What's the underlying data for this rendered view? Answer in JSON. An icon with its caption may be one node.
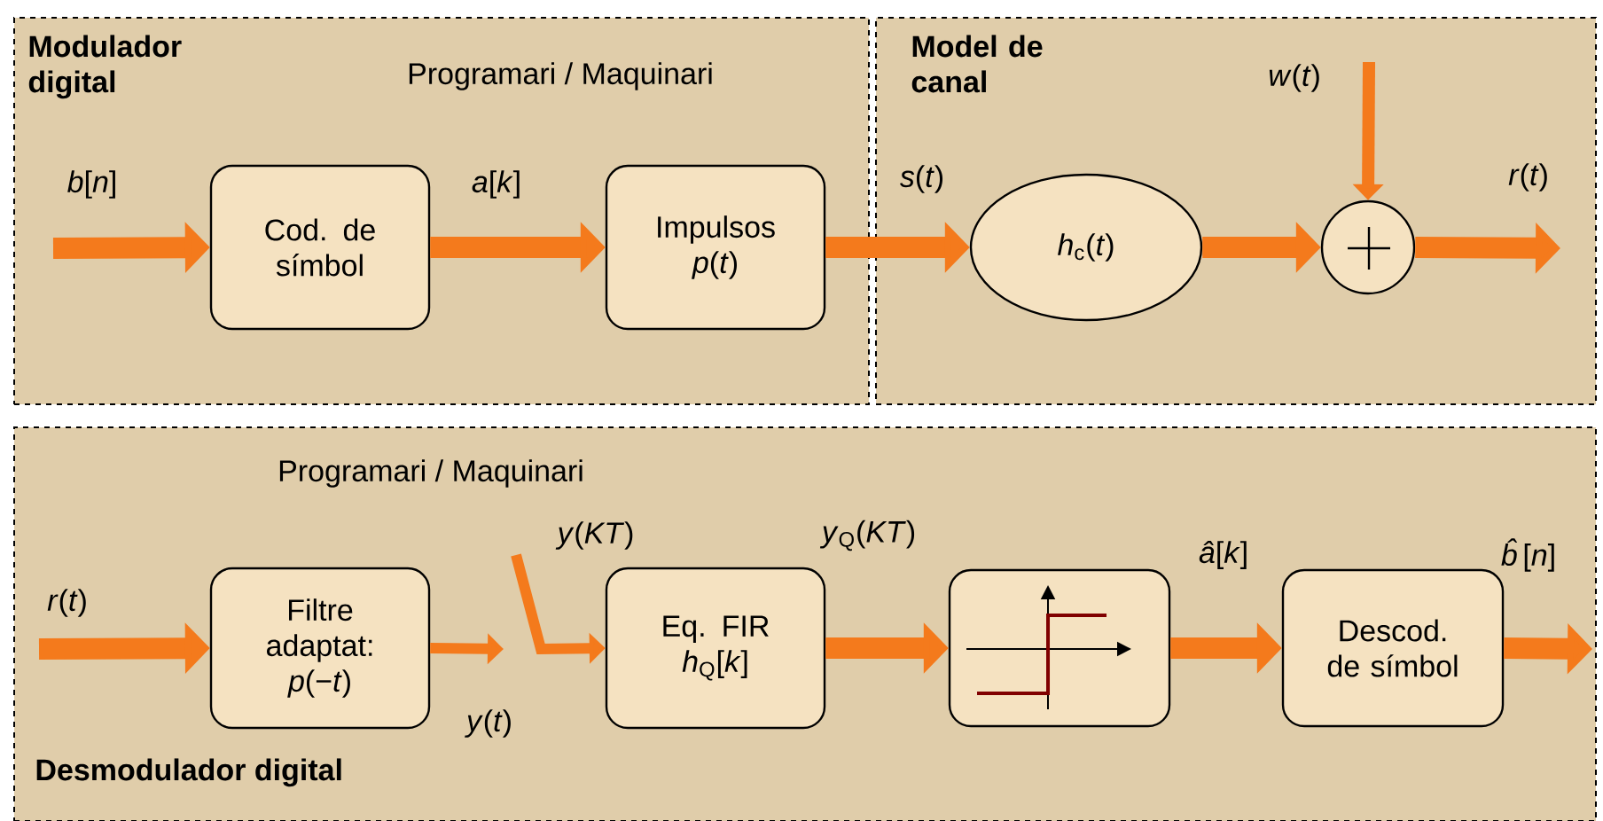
{
  "diagram": {
    "nodes": [
      {
        "text": [
          "Modulador digital"
        ]
      },
      {
        "text": [
          "Model de canal"
        ]
      },
      {
        "text": [
          "Cod. de símbol"
        ],
        "in": 0
      },
      {
        "text": [
          "Impulsos *p*(*t*)"
        ],
        "in": 0
      },
      {
        "text": [
          "*h*$_{c}$(*t*)"
        ],
        "in": 1
      },
      {
        "text": [],
        "shape": "circle",
        "in": 1
      },
      {
        "text": [
          "Desmodulador digital"
        ]
      },
      {
        "text": [
          "Filtre adaptat: *p*(−*t*)"
        ],
        "in": 6
      },
      {
        "text": [
          "Eq. FIR *h*$_{Q}$[*k*]"
        ],
        "in": 6
      },
      {
        "text": [],
        "shape": "box",
        "in": 6
      },
      {
        "text": [
          "Descod. de símbol"
        ],
        "in": 6
      }
    ],
    "edges": [
      {
        "from": null,
        "to": 2,
        "arrow": "to",
        "label": "*b*[*n*]"
      },
      {
        "from": 2,
        "to": 3,
        "arrow": "to",
        "label": "*a*[*k*]"
      },
      {
        "from": 3,
        "to": 4,
        "arrow": "to",
        "label": "*s*(*t*)"
      },
      {
        "from": 4,
        "to": 5,
        "arrow": "to"
      },
      {
        "from": null,
        "to": 5,
        "arrow": "to",
        "label": "*w*(*t*)"
      },
      {
        "from": 5,
        "to": null,
        "arrow": "to",
        "label": "*r*(*t*)"
      },
      {
        "from": null,
        "to": 7,
        "arrow": "to",
        "label": "*r*(*t*)"
      },
      {
        "from": 7,
        "to": null,
        "arrow": "to",
        "label": "*y*(*t*)"
      },
      {
        "from": null,
        "to": 8,
        "arrow": "to",
        "label": "*y*(*KT*)"
      },
      {
        "from": 8,
        "to": 9,
        "arrow": "to",
        "label": "*y*$_{Q}$(*KT*)"
      },
      {
        "from": 9,
        "to": 10,
        "arrow": "to",
        "label": "*â*[*k*]"
      },
      {
        "from": 10,
        "to": null,
        "arrow": "to",
        "label": "*b̂*[*n*]"
      }
    ],
    "labels": [
      "Programari / Maquinari",
      "Programari / Maquinari"
    ]
  }
}
